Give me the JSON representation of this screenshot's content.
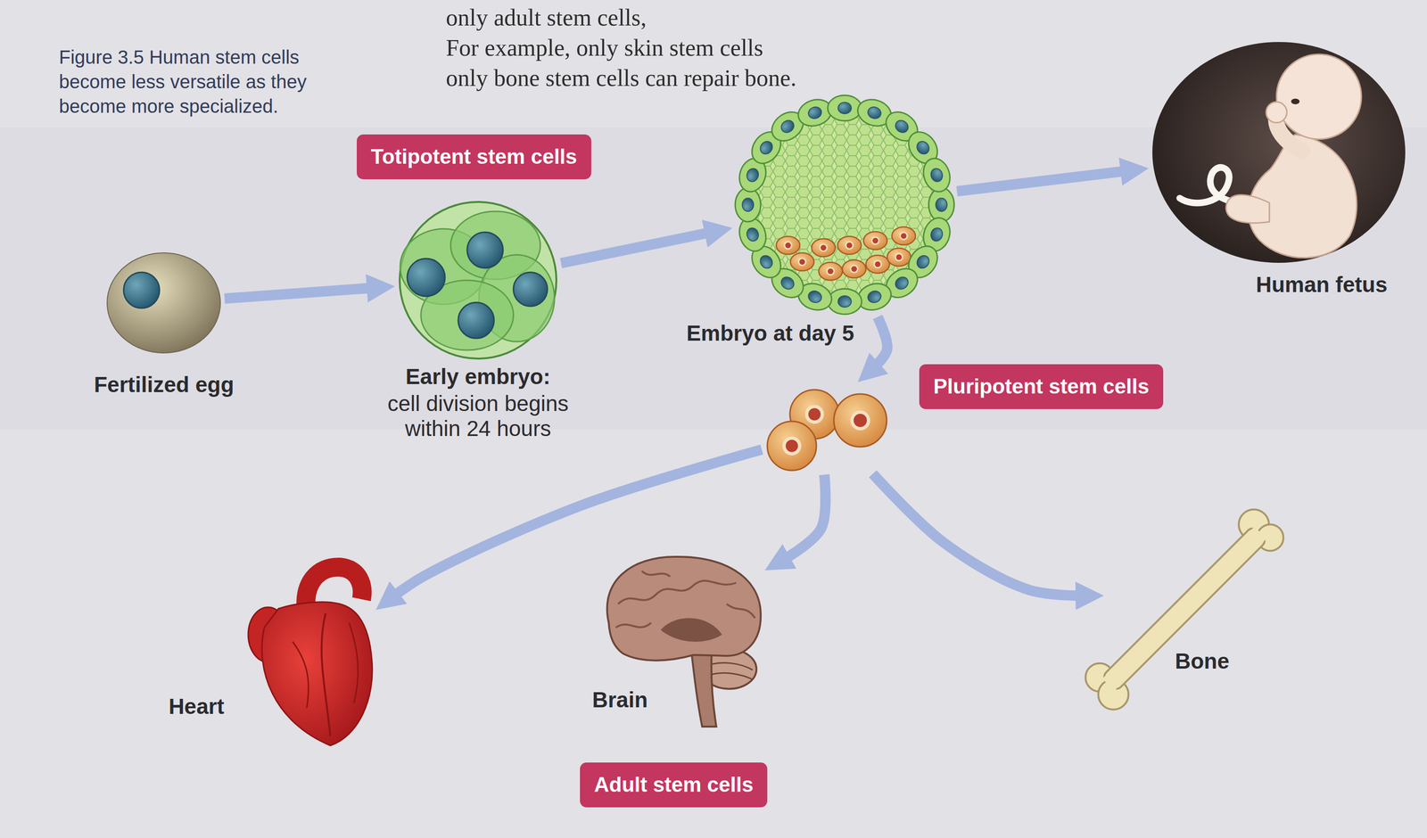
{
  "diagram": {
    "caption": "Figure 3.5 Human stem cells become less versatile as they become more specialized.",
    "nodes": [
      {
        "text": [
          "Totipotent stem cells"
        ]
      },
      {
        "text": [
          "Fertilized egg"
        ]
      },
      {
        "text": [
          "Early embryo:",
          "cell division begins within 24 hours"
        ]
      },
      {
        "text": [
          "Embryo at day 5"
        ]
      },
      {
        "text": [
          "Human fetus"
        ]
      },
      {
        "text": [
          "Pluripotent stem cells"
        ]
      },
      {
        "text": [
          "Heart"
        ]
      },
      {
        "text": [
          "Brain"
        ]
      },
      {
        "text": [
          "Bone"
        ]
      },
      {
        "text": [
          "Adult stem cells"
        ]
      }
    ],
    "edges": [
      {
        "from": 1,
        "to": 2,
        "arrow": "to"
      },
      {
        "from": 2,
        "to": 3,
        "arrow": "to"
      },
      {
        "from": 3,
        "to": 4,
        "arrow": "to"
      },
      {
        "from": 3,
        "to": 5,
        "arrow": "to"
      },
      {
        "from": 5,
        "to": 6,
        "arrow": "to"
      },
      {
        "from": 5,
        "to": 7,
        "arrow": "to"
      },
      {
        "from": 5,
        "to": 8,
        "arrow": "to"
      }
    ],
    "labels": [
      "only adult stem cells,",
      "For example, only skin stem cells",
      "only bone stem cells can repair bone."
    ]
  }
}
